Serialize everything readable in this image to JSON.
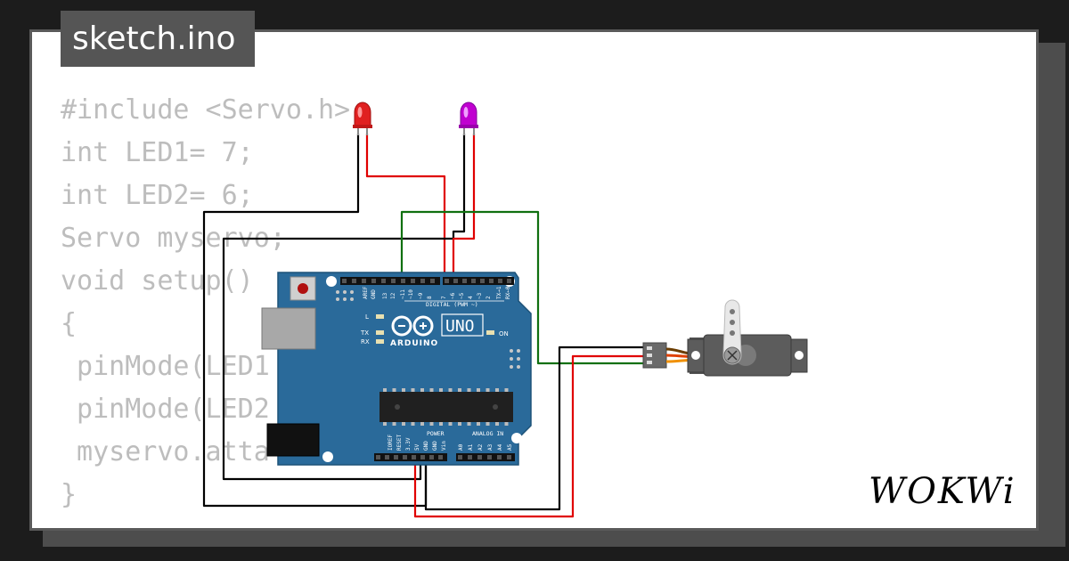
{
  "tab": {
    "filename": "sketch.ino"
  },
  "code_lines": [
    "#include <Servo.h>",
    "int LED1= 7;",
    "int LED2= 6;",
    "Servo myservo;",
    "void setup()",
    "{",
    " pinMode(LED1",
    " pinMode(LED2",
    " myservo.atta",
    "}"
  ],
  "board": {
    "model": "UNO",
    "brand": "ARDUINO",
    "header_labels": [
      "AREF",
      "GND",
      "13",
      "12",
      "~11",
      "~10",
      "~9",
      "8",
      "7",
      "~6",
      "~5",
      "4",
      "~3",
      "2",
      "TX→1",
      "RX←0"
    ],
    "digital_label": "DIGITAL (PWM ~)",
    "power_label": "POWER",
    "analog_label": "ANALOG IN",
    "power_pins": [
      "IOREF",
      "RESET",
      "3.3V",
      "5V",
      "GND",
      "GND",
      "Vin"
    ],
    "analog_pins": [
      "A0",
      "A1",
      "A2",
      "A3",
      "A4",
      "A5"
    ],
    "indicators": [
      "L",
      "TX",
      "RX"
    ],
    "on_label": "ON"
  },
  "components": {
    "led1_color": "#e02020",
    "led2_color": "#c000d0"
  },
  "colors": {
    "wire_black": "#000000",
    "wire_red": "#e00000",
    "wire_green": "#107010",
    "board_blue": "#2a6a9a"
  },
  "watermark": {
    "brand": "WOKWi"
  }
}
